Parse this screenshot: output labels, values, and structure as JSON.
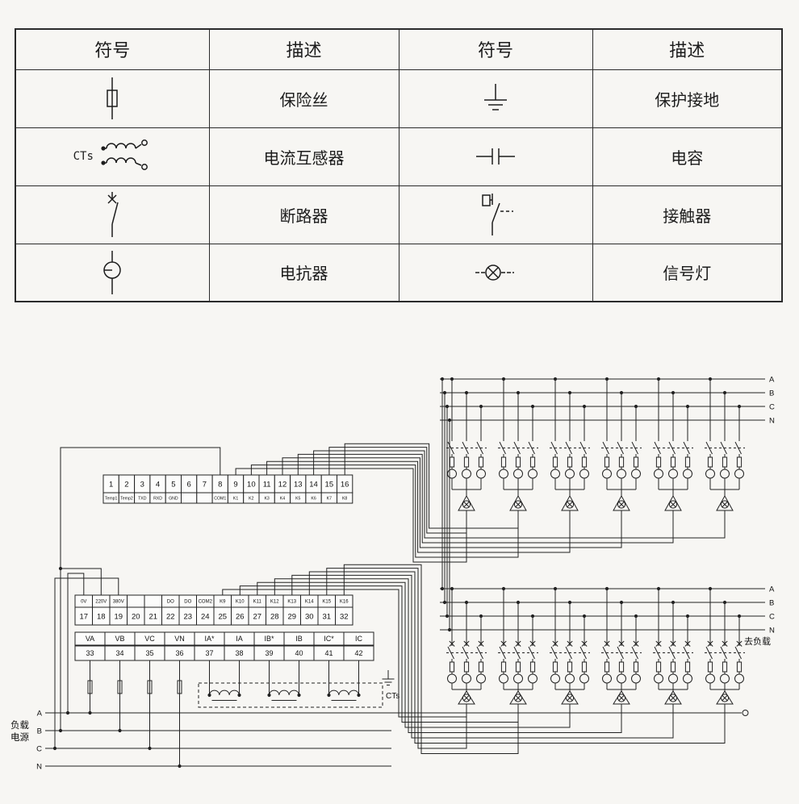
{
  "colors": {
    "line": "#222222",
    "background": "#f7f6f3",
    "cell_fill": "#fcfcfb"
  },
  "legend": {
    "headers": [
      "符号",
      "描述",
      "符号",
      "描述"
    ],
    "rows": [
      {
        "desc_left": "保险丝",
        "desc_right": "保护接地"
      },
      {
        "symbol_label": "CTs",
        "desc_left": "电流互感器",
        "desc_right": "电容"
      },
      {
        "desc_left": "断路器",
        "desc_right": "接触器"
      },
      {
        "desc_left": "电抗器",
        "desc_right": "信号灯"
      }
    ]
  },
  "diagram": {
    "terminal_block_top": {
      "numbers": [
        "1",
        "2",
        "3",
        "4",
        "5",
        "6",
        "7",
        "8",
        "9",
        "10",
        "11",
        "12",
        "13",
        "14",
        "15",
        "16"
      ],
      "labels": [
        "Temp1",
        "Temp2",
        "TXD",
        "RXD",
        "GND",
        "",
        "",
        "COM1",
        "K1",
        "K2",
        "K3",
        "K4",
        "K5",
        "K6",
        "K7",
        "K8"
      ]
    },
    "terminal_block_mid": {
      "labels": [
        "0V",
        "220V",
        "380V",
        "",
        "",
        "DO",
        "DO",
        "COM2",
        "K9",
        "K10",
        "K11",
        "K12",
        "K13",
        "K14",
        "K15",
        "K16"
      ],
      "numbers": [
        "17",
        "18",
        "19",
        "20",
        "21",
        "22",
        "23",
        "24",
        "25",
        "26",
        "27",
        "28",
        "29",
        "30",
        "31",
        "32"
      ]
    },
    "terminal_block_bottom": {
      "labels": [
        "VA",
        "VB",
        "VC",
        "VN",
        "IA*",
        "IA",
        "IB*",
        "IB",
        "IC*",
        "IC"
      ],
      "numbers": [
        "33",
        "34",
        "35",
        "36",
        "37",
        "38",
        "39",
        "40",
        "41",
        "42"
      ]
    },
    "bus_top_right": [
      "A",
      "B",
      "C",
      "N"
    ],
    "bus_mid_right": [
      "A",
      "B",
      "C",
      "N"
    ],
    "bus_bottom_left": [
      "A",
      "B",
      "C",
      "N"
    ],
    "labels": {
      "load_power_line1": "负载",
      "load_power_line2": "电源",
      "to_load": "去负载",
      "cts": "CTs"
    }
  }
}
